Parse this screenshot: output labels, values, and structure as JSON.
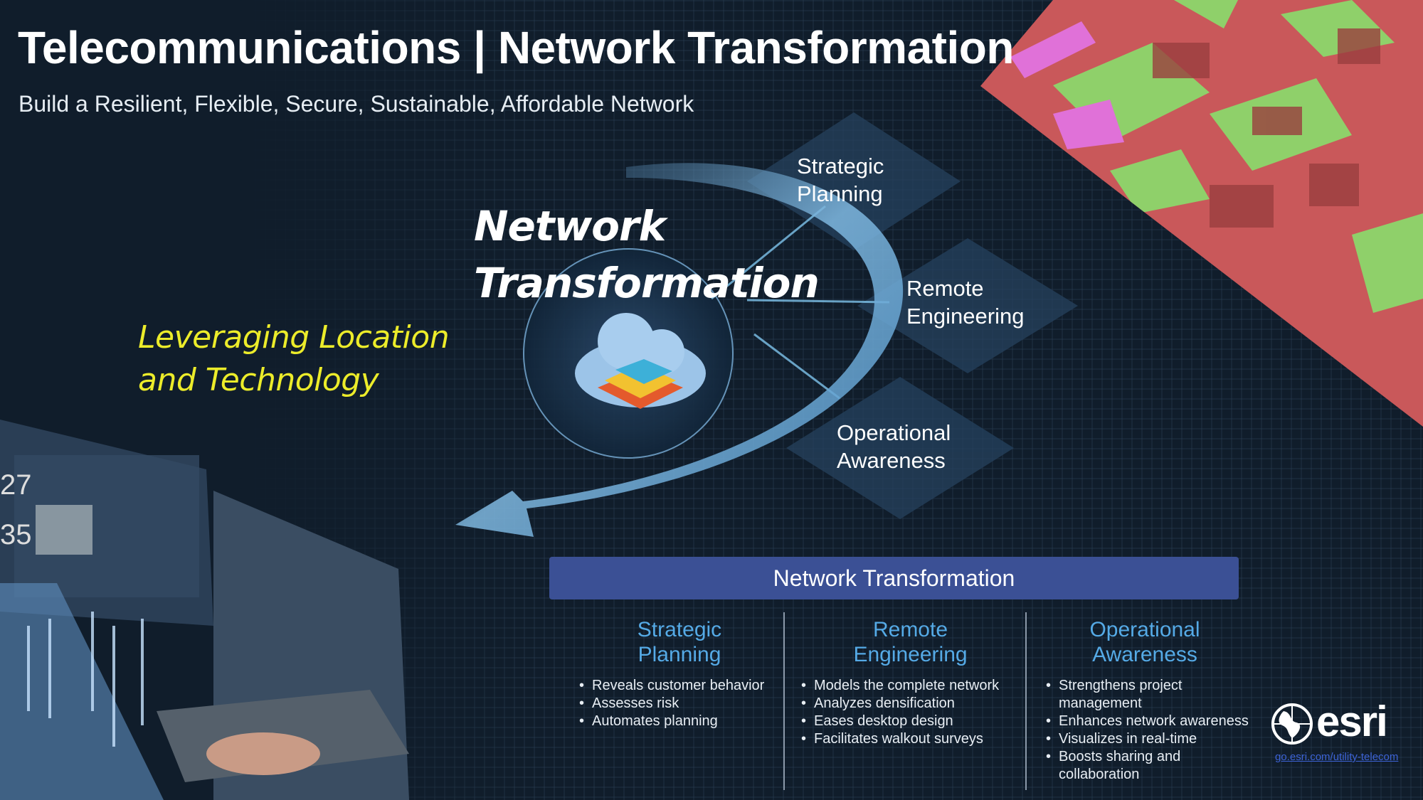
{
  "header": {
    "title": "Telecommunications | Network Transformation",
    "subtitle": "Build a Resilient, Flexible, Secure, Sustainable, Affordable Network"
  },
  "hero": {
    "title_line1": "Network",
    "title_line2": "Transformation",
    "tagline_line1": "Leveraging Location",
    "tagline_line2": "and Technology"
  },
  "diamonds": [
    {
      "line1": "Strategic",
      "line2": "Planning"
    },
    {
      "line1": "Remote",
      "line2": "Engineering"
    },
    {
      "line1": "Operational",
      "line2": "Awareness"
    }
  ],
  "banner": {
    "label": "Network Transformation"
  },
  "columns": [
    {
      "head1": "Strategic",
      "head2": "Planning",
      "bullets": [
        "Reveals customer behavior",
        "Assesses  risk",
        "Automates planning"
      ]
    },
    {
      "head1": "Remote",
      "head2": "Engineering",
      "bullets": [
        "Models the complete network",
        "Analyzes densification",
        "Eases desktop design",
        "Facilitates walkout surveys"
      ]
    },
    {
      "head1": "Operational",
      "head2": "Awareness",
      "bullets": [
        "Strengthens project management",
        "Enhances network awareness",
        "Visualizes in real-time",
        "Boosts sharing and collaboration"
      ]
    }
  ],
  "logo": {
    "text": "esri",
    "link": "go.esri.com/utility-telecom"
  },
  "colors": {
    "banner": "#3b5095",
    "heading": "#55aae6",
    "tagline": "#ecec2a",
    "background": "#101d2b"
  }
}
